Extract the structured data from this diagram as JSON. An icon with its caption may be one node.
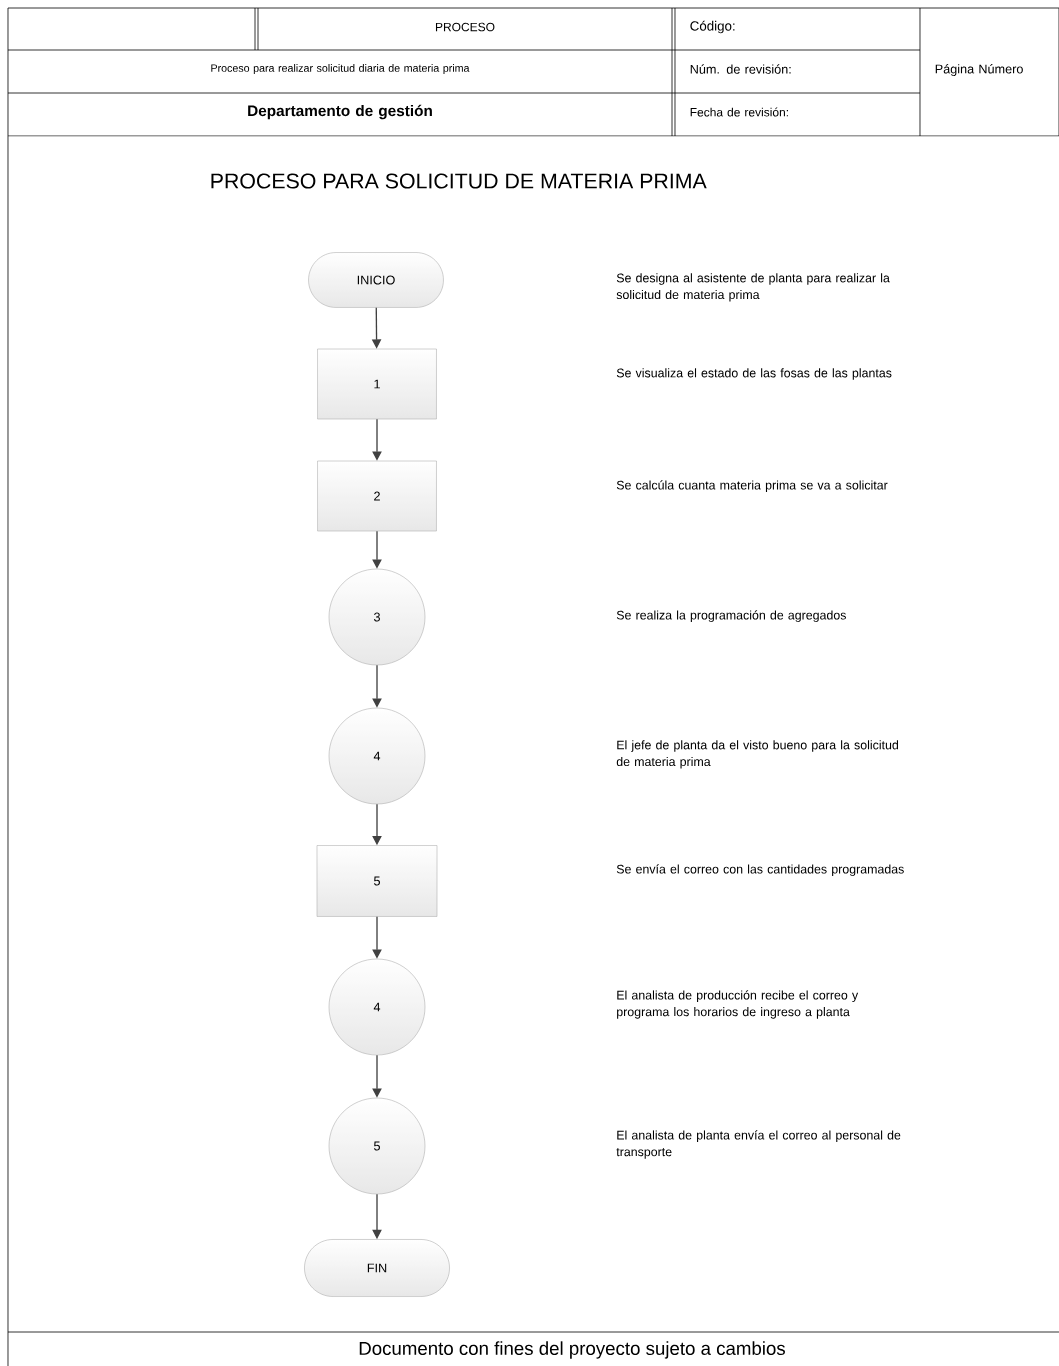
{
  "diagram": {
    "title": "PROCESO PARA SOLICITUD DE MATERIA PRIMA",
    "caption": "Documento con fines del proyecto sujeto a cambios",
    "nodes": [
      {
        "text": [
          "INICIO"
        ]
      },
      {
        "text": [
          "1"
        ]
      },
      {
        "text": [
          "2"
        ]
      },
      {
        "text": [
          "3"
        ]
      },
      {
        "text": [
          "4"
        ]
      },
      {
        "text": [
          "5"
        ]
      },
      {
        "text": [
          "4"
        ]
      },
      {
        "text": [
          "5"
        ]
      },
      {
        "text": [
          "FIN"
        ]
      }
    ],
    "edges": [
      {
        "from": 0,
        "to": 1,
        "arrow": "to"
      },
      {
        "from": 1,
        "to": 2,
        "arrow": "to"
      },
      {
        "from": 2,
        "to": 3,
        "arrow": "to"
      },
      {
        "from": 3,
        "to": 4,
        "arrow": "to"
      },
      {
        "from": 4,
        "to": 5,
        "arrow": "to"
      },
      {
        "from": 5,
        "to": 6,
        "arrow": "to"
      },
      {
        "from": 6,
        "to": 7,
        "arrow": "to"
      },
      {
        "from": 7,
        "to": 8,
        "arrow": "to"
      }
    ],
    "labels": [
      "PROCESO",
      "Código:",
      "Página Número",
      "Proceso para realizar solicitud diaria de materia prima",
      "Núm. de revisión:",
      "Departamento de gestión",
      "Fecha de revisión:",
      "Se designa al asistente de planta para realizar la solicitud de materia prima",
      "Se visualiza el estado de las fosas de las plantas",
      "Se calcúla cuanta materia prima se va a solicitar",
      "Se realiza la programación de agregados",
      "El jefe de planta da el visto bueno para la solicitud de materia prima",
      "Se envía el correo con las cantidades programadas",
      "El analista de producción recibe el correo y programa los horarios de ingreso a planta",
      "El analista de planta envía el correo al personal de transporte"
    ]
  }
}
